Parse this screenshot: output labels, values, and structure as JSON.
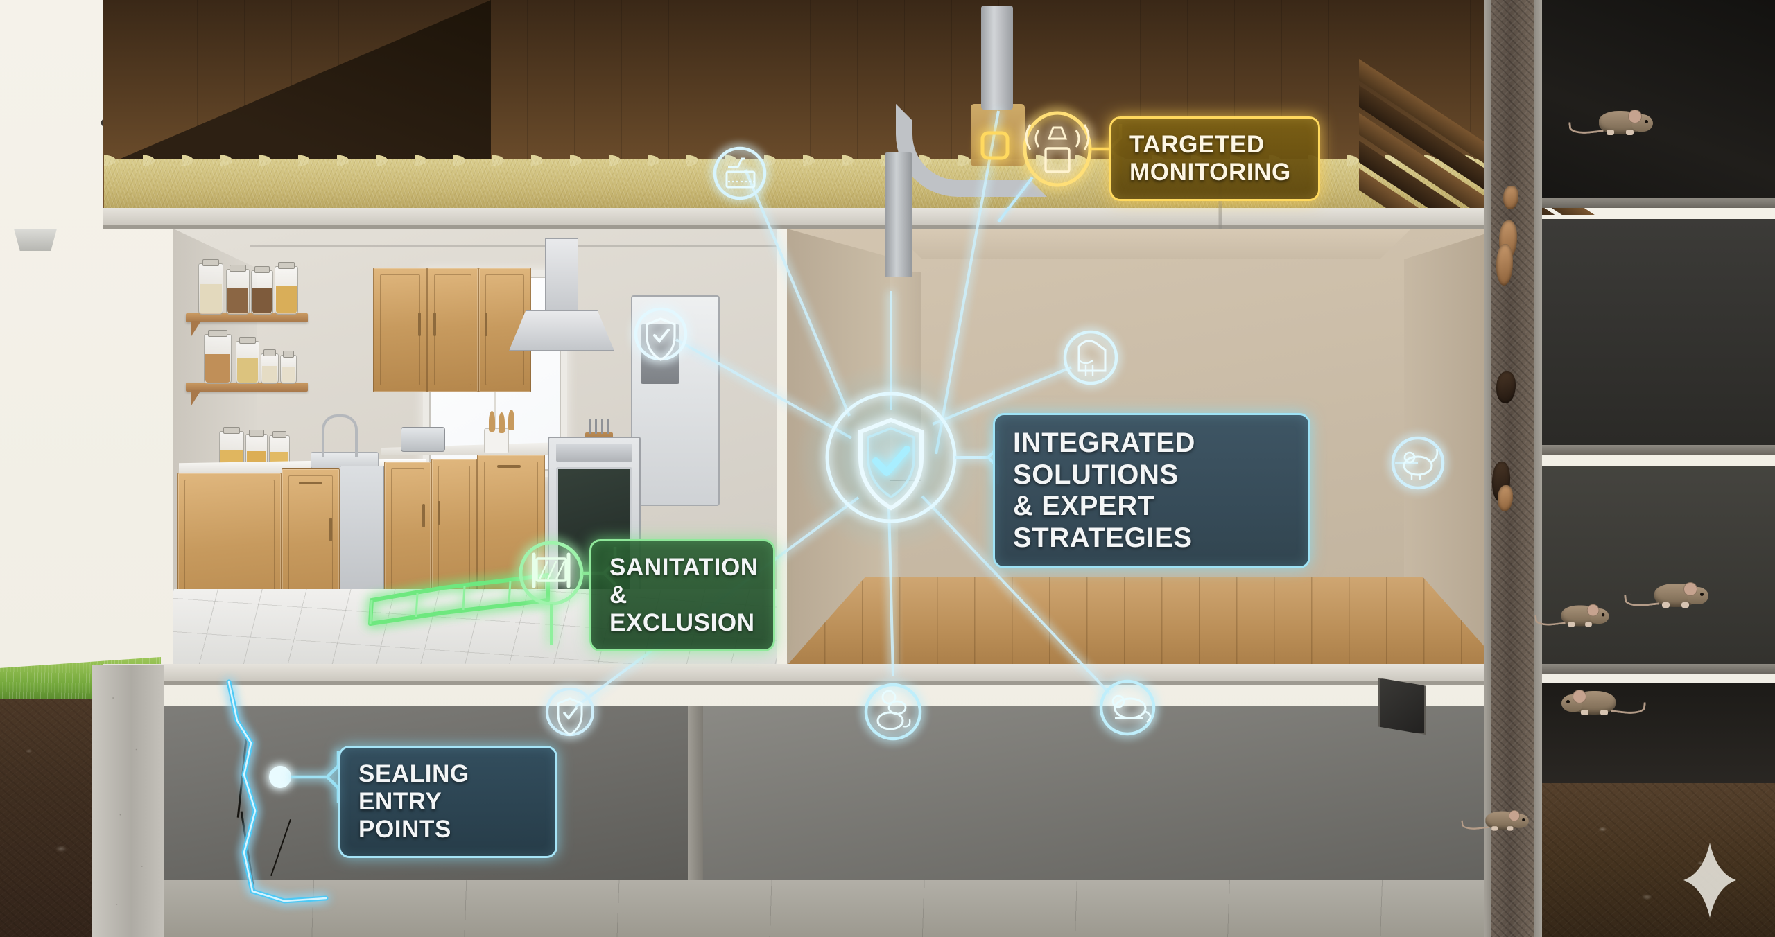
{
  "scene": {
    "title": "Rodent Control House Cutaway Infographic",
    "description": "Architectural cutaway of a two-story home with basement showing integrated rodent control callouts"
  },
  "hub": {
    "icon": "shield-check-icon",
    "label": "INTEGRATED SOLUTIONS\n& EXPERT STRATEGIES",
    "color": "#9fe2f5"
  },
  "callouts": [
    {
      "id": "targeted-monitoring",
      "label": "TARGETED\nMONITORING",
      "icon": "signal-sensor-icon",
      "color": "#ffd95e",
      "zone": "attic"
    },
    {
      "id": "sanitation-exclusion",
      "label": "SANITATION\n& EXCLUSION",
      "icon": "exclusion-barrier-icon",
      "color": "#8fe89a",
      "zone": "kitchen"
    },
    {
      "id": "sealing-entry-points",
      "label": "SEALING\nENTRY POINTS",
      "icon": "sealed-crack-node-icon",
      "color": "#9fe2f5",
      "zone": "basement"
    }
  ],
  "nodes": [
    {
      "id": "attic-insulation-node",
      "icon": "attic-insulation-icon",
      "color": "#bfeefb"
    },
    {
      "id": "kitchen-shield-node",
      "icon": "shield-check-icon",
      "color": "#d6f3fb"
    },
    {
      "id": "bait-station-node",
      "icon": "bait-station-icon",
      "color": "#cfeff9"
    },
    {
      "id": "wall-rodent-node",
      "icon": "rodent-icon",
      "color": "#c8ecf8"
    },
    {
      "id": "basement-shield-node",
      "icon": "shield-check-icon",
      "color": "#bfeefb"
    },
    {
      "id": "basement-rodent-family-node",
      "icon": "rodent-family-icon",
      "color": "#bfeefb"
    },
    {
      "id": "basement-rodent-node",
      "icon": "rodent-icon",
      "color": "#bfeefb"
    }
  ],
  "rooms": {
    "attic": "Attic with rafters and fiberglass insulation",
    "kitchen": "Kitchen with cabinets, range, refrigerator and pantry shelving",
    "living": "Open living room with hardwood floor",
    "basement": "Concrete basement with foundation wall"
  },
  "pests": {
    "count": 5,
    "species": "house-mouse",
    "locations": [
      "attic cavity",
      "upper chamber left",
      "upper chamber right",
      "lower chamber",
      "crawlspace"
    ]
  },
  "decor": {
    "sparkle": "sparkle-watermark"
  },
  "colors": {
    "hub_glow": "#9fe2f5",
    "monitoring": "#ffd95e",
    "sanitation": "#8fe89a",
    "sealing": "#6fd4f5",
    "wood": "#c79a5e",
    "insulation": "#c9b874"
  }
}
